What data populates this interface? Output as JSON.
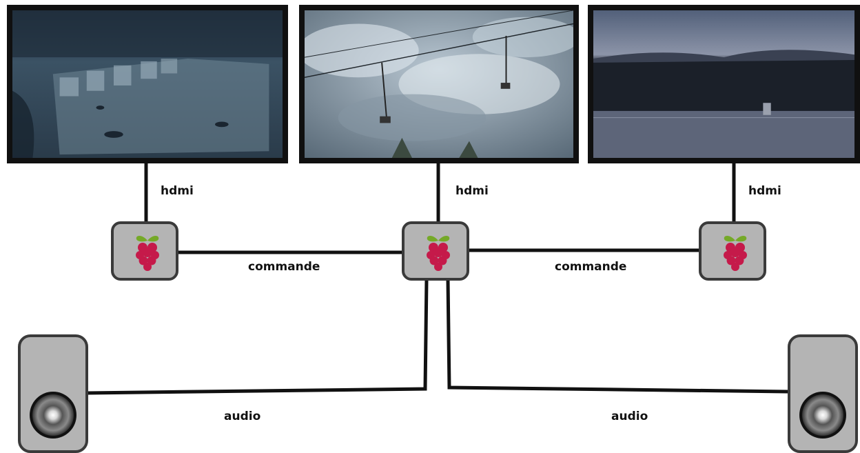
{
  "labels": {
    "hdmi_left": "hdmi",
    "hdmi_center": "hdmi",
    "hdmi_right": "hdmi",
    "commande_left": "commande",
    "commande_right": "commande",
    "audio_left": "audio",
    "audio_right": "audio"
  },
  "icons": {
    "computer": "raspberry-pi-icon",
    "speaker": "speaker-icon"
  },
  "colors": {
    "wire": "#111111",
    "device_fill": "#b4b4b4",
    "device_border": "#3a3a3a",
    "raspberry": "#c51a4a",
    "leaf": "#75a928"
  }
}
